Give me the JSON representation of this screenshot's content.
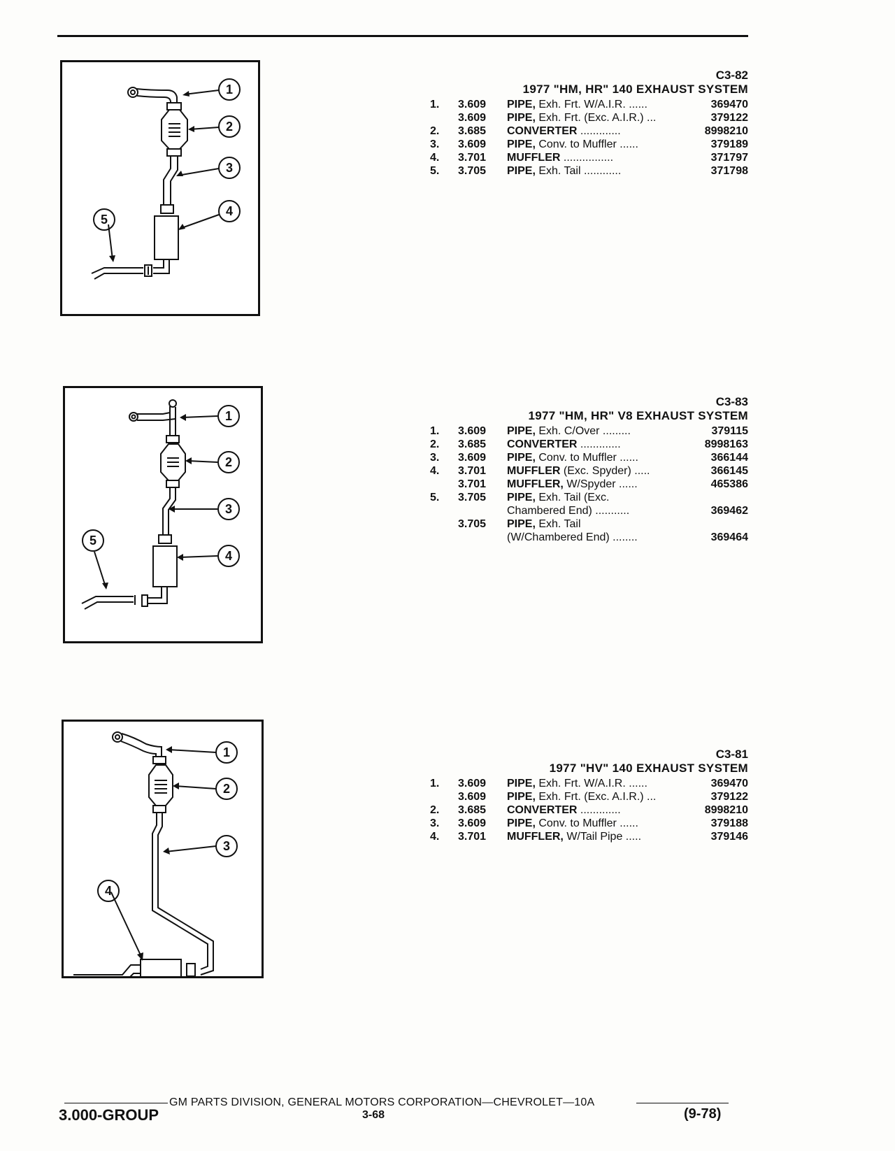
{
  "sections": [
    {
      "code": "C3-82",
      "title": "1977 \"HM, HR\" 140 EXHAUST SYSTEM",
      "callouts": [
        "1",
        "2",
        "3",
        "4",
        "5"
      ],
      "rows": [
        {
          "num": "1.",
          "group": "3.609",
          "name": "PIPE,",
          "detail": " Exh. Frt. W/A.I.R. ......",
          "part": "369470"
        },
        {
          "num": "",
          "group": "3.609",
          "name": "PIPE,",
          "detail": " Exh. Frt. (Exc. A.I.R.) ...",
          "part": "379122"
        },
        {
          "num": "2.",
          "group": "3.685",
          "name": "CONVERTER",
          "detail": " .............",
          "part": "8998210"
        },
        {
          "num": "3.",
          "group": "3.609",
          "name": "PIPE,",
          "detail": " Conv. to Muffler ......",
          "part": "379189"
        },
        {
          "num": "4.",
          "group": "3.701",
          "name": "MUFFLER",
          "detail": " ................",
          "part": "371797"
        },
        {
          "num": "5.",
          "group": "3.705",
          "name": "PIPE,",
          "detail": " Exh. Tail ............",
          "part": "371798"
        }
      ]
    },
    {
      "code": "C3-83",
      "title": "1977 \"HM, HR\" V8 EXHAUST SYSTEM",
      "callouts": [
        "1",
        "2",
        "3",
        "4",
        "5"
      ],
      "rows": [
        {
          "num": "1.",
          "group": "3.609",
          "name": "PIPE,",
          "detail": " Exh. C/Over .........",
          "part": "379115"
        },
        {
          "num": "2.",
          "group": "3.685",
          "name": "CONVERTER",
          "detail": " .............",
          "part": "8998163"
        },
        {
          "num": "3.",
          "group": "3.609",
          "name": "PIPE,",
          "detail": " Conv. to Muffler ......",
          "part": "366144"
        },
        {
          "num": "4.",
          "group": "3.701",
          "name": "MUFFLER",
          "detail": " (Exc. Spyder) .....",
          "part": "366145"
        },
        {
          "num": "",
          "group": "3.701",
          "name": "MUFFLER,",
          "detail": " W/Spyder ......",
          "part": "465386"
        },
        {
          "num": "5.",
          "group": "3.705",
          "name": "PIPE,",
          "detail": " Exh. Tail (Exc.",
          "part": ""
        },
        {
          "num": "",
          "group": "",
          "name": "",
          "detail": "Chambered End) ...........",
          "part": "369462"
        },
        {
          "num": "",
          "group": "3.705",
          "name": "PIPE,",
          "detail": " Exh. Tail",
          "part": ""
        },
        {
          "num": "",
          "group": "",
          "name": "",
          "detail": "(W/Chambered End) ........",
          "part": "369464"
        }
      ]
    },
    {
      "code": "C3-81",
      "title": "1977 \"HV\" 140 EXHAUST SYSTEM",
      "callouts": [
        "1",
        "2",
        "3",
        "4"
      ],
      "rows": [
        {
          "num": "1.",
          "group": "3.609",
          "name": "PIPE,",
          "detail": " Exh. Frt. W/A.I.R. ......",
          "part": "369470"
        },
        {
          "num": "",
          "group": "3.609",
          "name": "PIPE,",
          "detail": " Exh. Frt. (Exc. A.I.R.) ...",
          "part": "379122"
        },
        {
          "num": "2.",
          "group": "3.685",
          "name": "CONVERTER",
          "detail": " .............",
          "part": "8998210"
        },
        {
          "num": "3.",
          "group": "3.609",
          "name": "PIPE,",
          "detail": " Conv. to Muffler ......",
          "part": "379188"
        },
        {
          "num": "4.",
          "group": "3.701",
          "name": "MUFFLER,",
          "detail": " W/Tail Pipe .....",
          "part": "379146"
        }
      ]
    }
  ],
  "footer": {
    "division": "GM PARTS DIVISION, GENERAL MOTORS CORPORATION—CHEVROLET—10A",
    "group": "3.000-GROUP",
    "page": "3-68",
    "date": "(9-78)"
  }
}
